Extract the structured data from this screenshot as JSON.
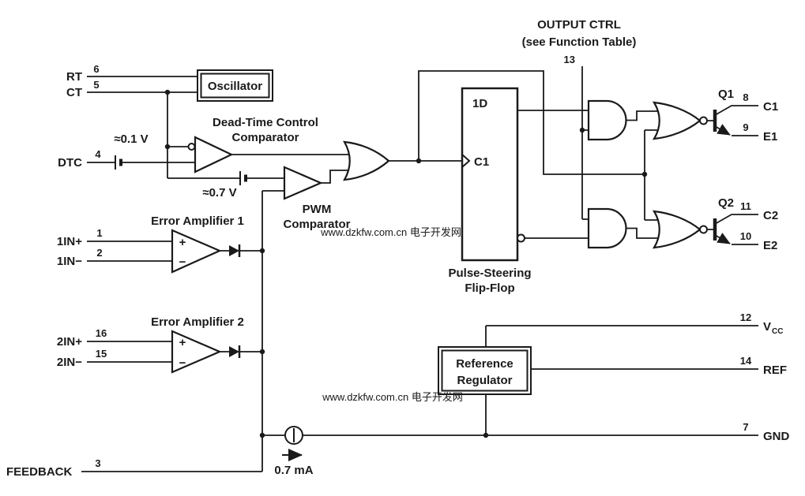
{
  "app": {
    "background": "#ffffff",
    "line_color": "#1a1a1a"
  },
  "watermarks": {
    "blue": {
      "text": "www.dzkfw.com.cn 电子开发网",
      "color": "#6a6ad0"
    },
    "green": {
      "text": "www.dzkfw.com.cn 电子开发网",
      "color": "#3dae62"
    }
  },
  "top": {
    "output_ctrl_line1": "OUTPUT CTRL",
    "output_ctrl_line2": "(see Function Table)",
    "pin13": "13"
  },
  "blocks": {
    "oscillator": {
      "label": "Oscillator"
    },
    "dead_time_comparator": {
      "line1": "Dead-Time Control",
      "line2": "Comparator",
      "offset": "≈0.1 V"
    },
    "pwm_comparator": {
      "line1": "PWM",
      "line2": "Comparator",
      "offset": "≈0.7 V"
    },
    "error_amp1": {
      "label": "Error Amplifier 1",
      "plus": "+",
      "minus": "−"
    },
    "error_amp2": {
      "label": "Error Amplifier 2",
      "plus": "+",
      "minus": "−"
    },
    "flip_flop": {
      "d_input": "1D",
      "clock": "C1",
      "line1": "Pulse-Steering",
      "line2": "Flip-Flop"
    },
    "reference_regulator": {
      "line1": "Reference",
      "line2": "Regulator"
    },
    "current_source": {
      "label": "0.7 mA"
    }
  },
  "pins_left": {
    "rt": {
      "label": "RT",
      "num": "6"
    },
    "ct": {
      "label": "CT",
      "num": "5"
    },
    "dtc": {
      "label": "DTC",
      "num": "4"
    },
    "in1p": {
      "label": "1IN+",
      "num": "1"
    },
    "in1n": {
      "label": "1IN−",
      "num": "2"
    },
    "in2p": {
      "label": "2IN+",
      "num": "16"
    },
    "in2n": {
      "label": "2IN−",
      "num": "15"
    },
    "feedback": {
      "label": "FEEDBACK",
      "num": "3"
    }
  },
  "outputs": {
    "q1": {
      "label": "Q1",
      "collector_num": "8",
      "collector": "C1",
      "emitter_num": "9",
      "emitter": "E1"
    },
    "q2": {
      "label": "Q2",
      "collector_num": "11",
      "collector": "C2",
      "emitter_num": "10",
      "emitter": "E2"
    }
  },
  "pins_right": {
    "vcc": {
      "num": "12",
      "label": "V",
      "sub": "CC"
    },
    "ref": {
      "num": "14",
      "label": "REF"
    },
    "gnd": {
      "num": "7",
      "label": "GND"
    }
  }
}
